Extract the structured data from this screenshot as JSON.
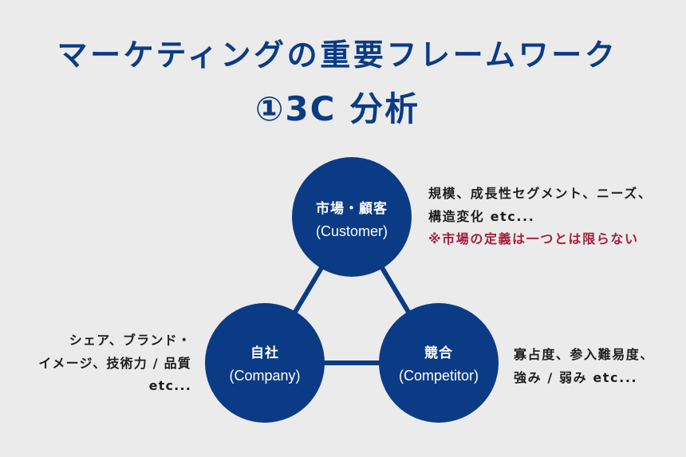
{
  "title": {
    "line1": "マーケティングの重要フレームワーク",
    "line2": "①3C 分析"
  },
  "nodes": {
    "customer": {
      "label_ja": "市場・顧客",
      "label_en": "(Customer)",
      "notes": [
        "規模、成長性セグメント、ニーズ、",
        "構造変化 etc..."
      ],
      "caveat": "※市場の定義は一つとは限らない"
    },
    "company": {
      "label_ja": "自社",
      "label_en": "(Company)",
      "notes": [
        "シェア、ブランド・",
        "イメージ、技術力 / 品質",
        "etc..."
      ]
    },
    "competitor": {
      "label_ja": "競合",
      "label_en": "(Competitor)",
      "notes": [
        "寡占度、参入難易度、",
        "強み / 弱み etc..."
      ]
    }
  },
  "colors": {
    "navy": "#0b3b85",
    "caveat_red": "#a51d3c",
    "text": "#1e1e1e",
    "background": "#ebebeb"
  }
}
